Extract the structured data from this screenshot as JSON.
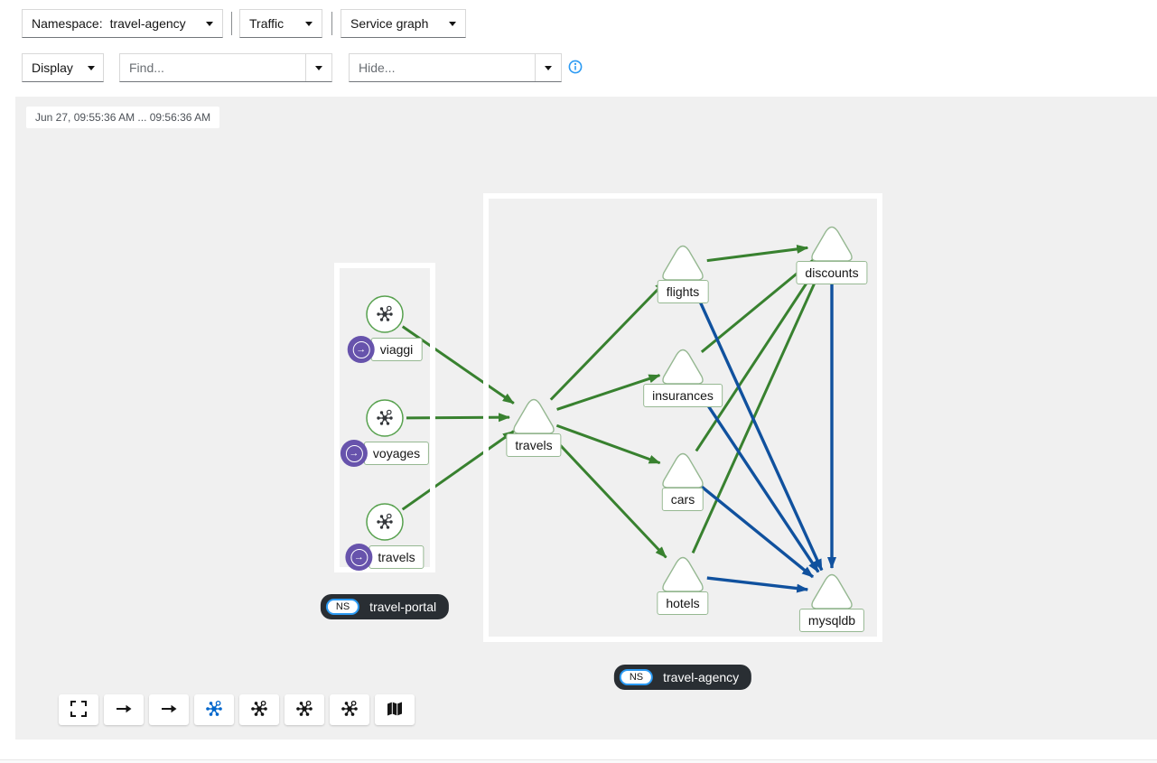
{
  "header": {
    "namespace_select": {
      "label": "Namespace:",
      "value": "travel-agency"
    },
    "traffic_dropdown": {
      "label": "Traffic"
    },
    "graph_type_dropdown": {
      "label": "Service graph"
    },
    "display_dropdown": {
      "label": "Display"
    },
    "find_input": {
      "placeholder": "Find..."
    },
    "hide_input": {
      "placeholder": "Hide..."
    },
    "info_icon": "info-circle-icon"
  },
  "graph": {
    "time_range": "Jun 27, 09:55:36 AM ... 09:56:36 AM",
    "namespaces": [
      {
        "id": "travel-portal",
        "badge": "NS",
        "label": "travel-portal"
      },
      {
        "id": "travel-agency",
        "badge": "NS",
        "label": "travel-agency"
      }
    ],
    "nodes": [
      {
        "id": "viaggi",
        "label": "viaggi",
        "shape": "circle",
        "icon": "mesh-icon",
        "badge": "traffic-source",
        "namespace": "travel-portal"
      },
      {
        "id": "voyages",
        "label": "voyages",
        "shape": "circle",
        "icon": "mesh-icon",
        "badge": "traffic-source",
        "namespace": "travel-portal"
      },
      {
        "id": "travels-wl",
        "label": "travels",
        "shape": "circle",
        "icon": "mesh-icon",
        "badge": "traffic-source",
        "namespace": "travel-portal"
      },
      {
        "id": "travels",
        "label": "travels",
        "shape": "triangle",
        "namespace": "travel-agency"
      },
      {
        "id": "flights",
        "label": "flights",
        "shape": "triangle",
        "namespace": "travel-agency"
      },
      {
        "id": "discounts",
        "label": "discounts",
        "shape": "triangle",
        "namespace": "travel-agency"
      },
      {
        "id": "insurances",
        "label": "insurances",
        "shape": "triangle",
        "namespace": "travel-agency"
      },
      {
        "id": "cars",
        "label": "cars",
        "shape": "triangle",
        "namespace": "travel-agency"
      },
      {
        "id": "hotels",
        "label": "hotels",
        "shape": "triangle",
        "namespace": "travel-agency"
      },
      {
        "id": "mysqldb",
        "label": "mysqldb",
        "shape": "triangle",
        "namespace": "travel-agency"
      }
    ],
    "edges": [
      {
        "from": "viaggi",
        "to": "travels",
        "protocol": "http"
      },
      {
        "from": "voyages",
        "to": "travels",
        "protocol": "http"
      },
      {
        "from": "travels-wl",
        "to": "travels",
        "protocol": "http"
      },
      {
        "from": "travels",
        "to": "flights",
        "protocol": "http"
      },
      {
        "from": "travels",
        "to": "insurances",
        "protocol": "http"
      },
      {
        "from": "travels",
        "to": "cars",
        "protocol": "http"
      },
      {
        "from": "travels",
        "to": "hotels",
        "protocol": "http"
      },
      {
        "from": "flights",
        "to": "discounts",
        "protocol": "http"
      },
      {
        "from": "insurances",
        "to": "discounts",
        "protocol": "http"
      },
      {
        "from": "cars",
        "to": "discounts",
        "protocol": "http"
      },
      {
        "from": "hotels",
        "to": "discounts",
        "protocol": "http"
      },
      {
        "from": "flights",
        "to": "mysqldb",
        "protocol": "tcp"
      },
      {
        "from": "insurances",
        "to": "mysqldb",
        "protocol": "tcp"
      },
      {
        "from": "cars",
        "to": "mysqldb",
        "protocol": "tcp"
      },
      {
        "from": "hotels",
        "to": "mysqldb",
        "protocol": "tcp"
      },
      {
        "from": "discounts",
        "to": "mysqldb",
        "protocol": "tcp"
      }
    ]
  },
  "graph_toolbar": {
    "buttons": [
      {
        "name": "zoom-to-fit-button",
        "icon": "expand-icon"
      },
      {
        "name": "layout-dagre-button",
        "icon": "arrow-right-icon"
      },
      {
        "name": "layout-breadthfirst-button",
        "icon": "arrow-right-icon"
      },
      {
        "name": "layout-cola-button",
        "icon": "network-icon",
        "active": true
      },
      {
        "name": "layout-cose-button",
        "icon": "network-icon"
      },
      {
        "name": "layout-concentric-button",
        "icon": "network-icon"
      },
      {
        "name": "layout-grid-button",
        "icon": "network-icon"
      },
      {
        "name": "legend-button",
        "icon": "map-icon"
      }
    ]
  },
  "colors": {
    "http_edge_green": "#38812f",
    "tcp_edge_blue": "#10519e",
    "circle_node_border": "#57a14e",
    "triangle_node_border": "#96b892",
    "traffic_source_badge_purple": "#6753ac",
    "ns_pill_border_blue": "#2b9af3",
    "active_layout_blue": "#0066cc",
    "graph_background": "#f0f0f0",
    "ns_badge_background": "#292e33"
  }
}
